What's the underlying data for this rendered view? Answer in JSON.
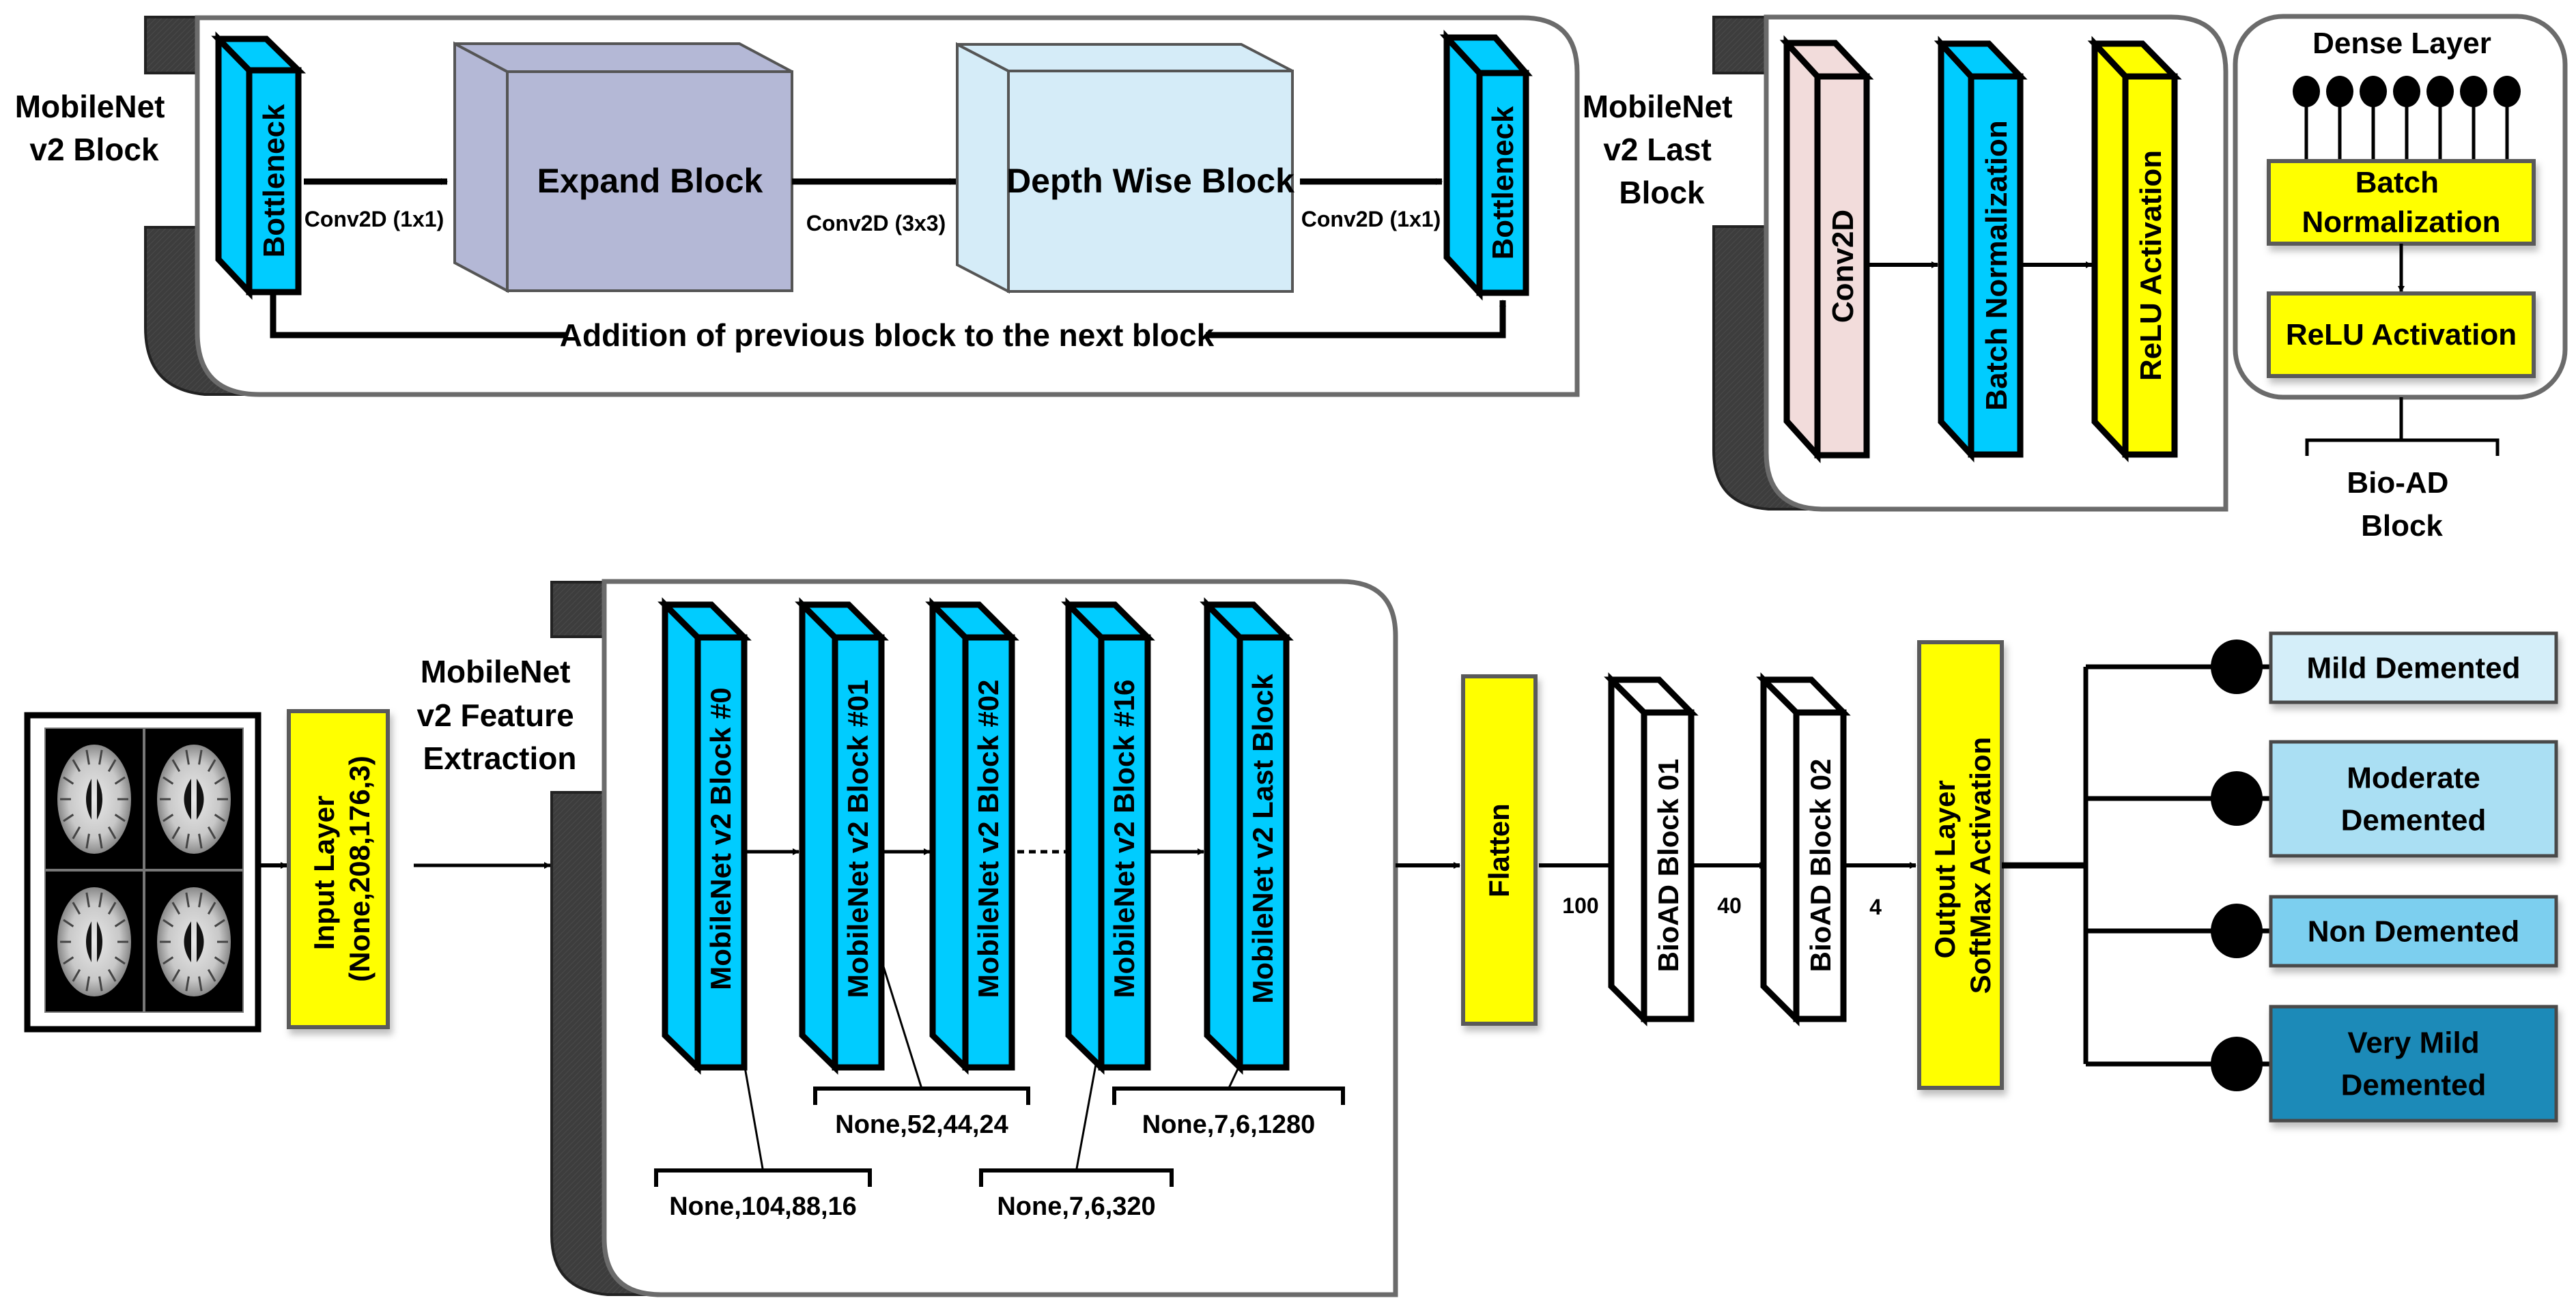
{
  "colors": {
    "cyan": "#00ccff",
    "yellow": "#ffff00",
    "expand": "#b4b8d6",
    "depthwise": "#d5ecf8",
    "conv_pink": "#f2dcdb",
    "white": "#ffffff",
    "mild": "#d4eef9",
    "moderate": "#aadff3",
    "non": "#7ccfef",
    "very_mild": "#1a8ab8",
    "frame_stroke": "#6b6b6b",
    "tab_fill": "#3d3d3d"
  },
  "top_block": {
    "side_label": [
      "MobileNet",
      "v2 Block"
    ],
    "bottleneck_in": "Bottleneck",
    "expand": "Expand Block",
    "depthwise": "Depth Wise Block",
    "bottleneck_out": "Bottleneck",
    "conv_1": "Conv2D (1x1)",
    "conv_2": "Conv2D (3x3)",
    "conv_3": "Conv2D (1x1)",
    "skip_label": "Addition of previous block to the next block"
  },
  "last_block": {
    "side_label": [
      "MobileNet",
      "v2 Last",
      "Block"
    ],
    "layers": [
      "Conv2D",
      "Batch Normalization",
      "ReLU Activation"
    ]
  },
  "dense_block": {
    "title": "Dense Layer",
    "neuron_count": 7,
    "bn": [
      "Batch",
      "Normalization"
    ],
    "relu": "ReLU Activation",
    "caption": [
      "Bio-AD",
      "Block"
    ]
  },
  "pipeline": {
    "input_layer": [
      "Input Layer",
      "(None,208,176,3)"
    ],
    "feature_label": [
      "MobileNet",
      "v2 Feature",
      "Extraction"
    ],
    "blocks": [
      "MobileNet v2 Block #0",
      "MobileNet v2 Block #01",
      "MobileNet v2 Block #02",
      "MobileNet v2 Block #16",
      "MobileNet v2 Last Block"
    ],
    "shapes": [
      "None,104,88,16",
      "None,52,44,24",
      "None,7,6,320",
      "None,7,6,1280"
    ],
    "flatten": "Flatten",
    "bioad_1": "BioAD Block 01",
    "bioad_2": "BioAD Block 02",
    "units": [
      "100",
      "40",
      "4"
    ],
    "output_layer": [
      "Output Layer",
      "SoftMax Activation"
    ]
  },
  "classes": [
    {
      "label": [
        "Mild Demented"
      ],
      "color_key": "mild"
    },
    {
      "label": [
        "Moderate",
        "Demented"
      ],
      "color_key": "moderate"
    },
    {
      "label": [
        "Non Demented"
      ],
      "color_key": "non"
    },
    {
      "label": [
        "Very Mild",
        "Demented"
      ],
      "color_key": "very_mild"
    }
  ]
}
